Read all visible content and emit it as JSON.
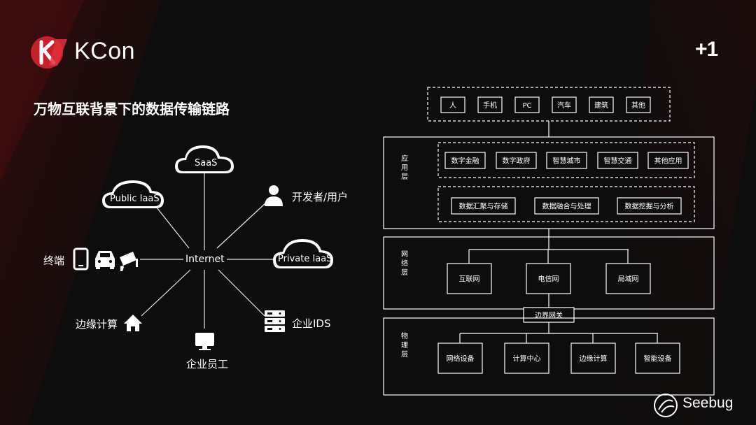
{
  "header": {
    "brand": "KCon",
    "title": "万物互联背景下的数据传输链路",
    "badge": "+1"
  },
  "watermark": "Seebug",
  "network_diagram": {
    "center": "Internet",
    "nodes": {
      "saas": "SaaS",
      "public_iaas": "Public IaaS",
      "private_iaas": "Private IaaS",
      "developer": "开发者/用户",
      "terminal": "终端",
      "edge": "边缘计算",
      "employee": "企业员工",
      "ids": "企业IDS"
    }
  },
  "architecture": {
    "top_items": [
      "人",
      "手机",
      "PC",
      "汽车",
      "建筑",
      "其他"
    ],
    "app_layer": {
      "label": "应\n用\n层",
      "row1": [
        "数字金融",
        "数字政府",
        "智慧城市",
        "智慧交通",
        "其他应用"
      ],
      "row2": [
        "数据汇聚与存储",
        "数据融合与处理",
        "数据挖掘与分析"
      ]
    },
    "network_layer": {
      "label": "网\n络\n层",
      "items": [
        "互联网",
        "电信网",
        "局域网"
      ]
    },
    "gateway": "边界网关",
    "physical_layer": {
      "label": "物\n理\n层",
      "items": [
        "网络设备",
        "计算中心",
        "边缘计算",
        "智能设备"
      ]
    }
  }
}
